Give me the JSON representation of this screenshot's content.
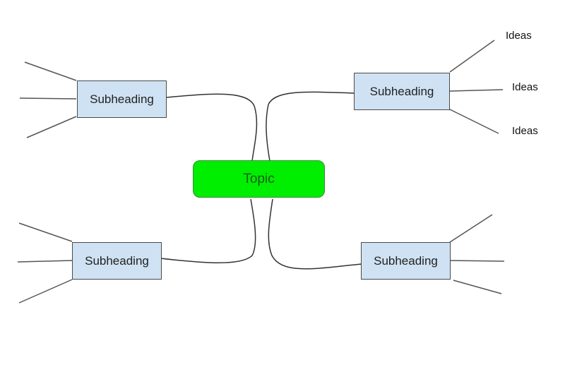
{
  "topic": {
    "label": "Topic",
    "color": "#00ee00"
  },
  "subheadings": [
    {
      "id": "top-left",
      "label": "Subheading"
    },
    {
      "id": "top-right",
      "label": "Subheading"
    },
    {
      "id": "bottom-left",
      "label": "Subheading"
    },
    {
      "id": "bottom-right",
      "label": "Subheading"
    }
  ],
  "ideas": [
    {
      "label": "Ideas"
    },
    {
      "label": "Ideas"
    },
    {
      "label": "Ideas"
    }
  ],
  "colors": {
    "subheading_fill": "#cfe2f3",
    "line": "#555555"
  }
}
